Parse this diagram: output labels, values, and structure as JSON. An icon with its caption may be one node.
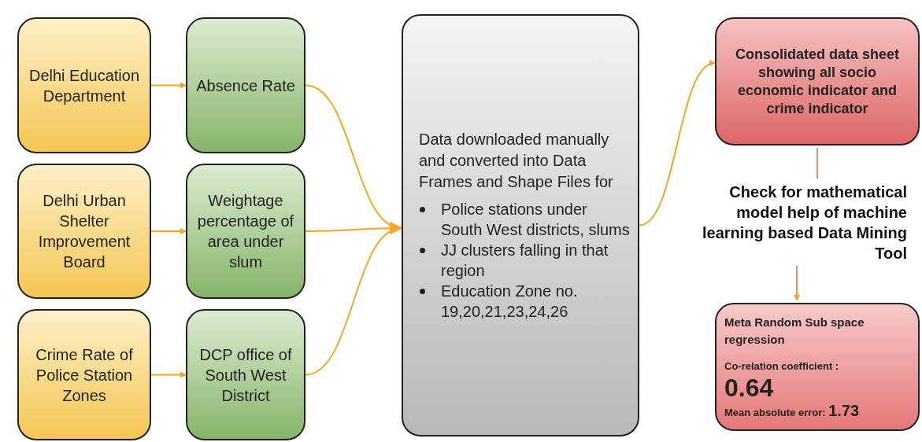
{
  "diagram": {
    "nodes": [
      {
        "text": [
          "Delhi Education Department"
        ]
      },
      {
        "text": [
          "Absence Rate"
        ]
      },
      {
        "text": [
          "Delhi Urban Shelter Improvement Board"
        ]
      },
      {
        "text": [
          "Weightage percentage of area under slum"
        ]
      },
      {
        "text": [
          "Crime Rate of Police Station Zones"
        ]
      },
      {
        "text": [
          "DCP office of South West District"
        ]
      },
      {
        "text": [
          "Data downloaded manually and converted into Data Frames and Shape Files for",
          "Police stations under South West districts, slums",
          "JJ clusters falling in that region",
          "Education Zone no. 19,20,21,23,24,26"
        ]
      },
      {
        "text": [
          "Consolidated data sheet showing all socio economic indicator and crime indicator"
        ]
      },
      {
        "text": [
          "Check for mathematical model help of machine learning based Data Mining Tool"
        ]
      },
      {
        "text": [
          "Meta Random Sub space regression",
          "Co-relation coefficient :",
          "0.64",
          "Mean absolute error: **1.73**"
        ]
      }
    ],
    "edges": [
      {
        "from": 0,
        "to": 1,
        "arrow": "to"
      },
      {
        "from": 2,
        "to": 3,
        "arrow": "to"
      },
      {
        "from": 4,
        "to": 5,
        "arrow": "to"
      },
      {
        "from": 1,
        "to": 6,
        "arrow": "to"
      },
      {
        "from": 3,
        "to": 6,
        "arrow": "to"
      },
      {
        "from": 5,
        "to": 6,
        "arrow": "to"
      },
      {
        "from": 6,
        "to": 7,
        "arrow": "to"
      },
      {
        "from": 7,
        "to": 8,
        "arrow": "none"
      },
      {
        "from": 8,
        "to": 9,
        "arrow": "to"
      }
    ]
  }
}
